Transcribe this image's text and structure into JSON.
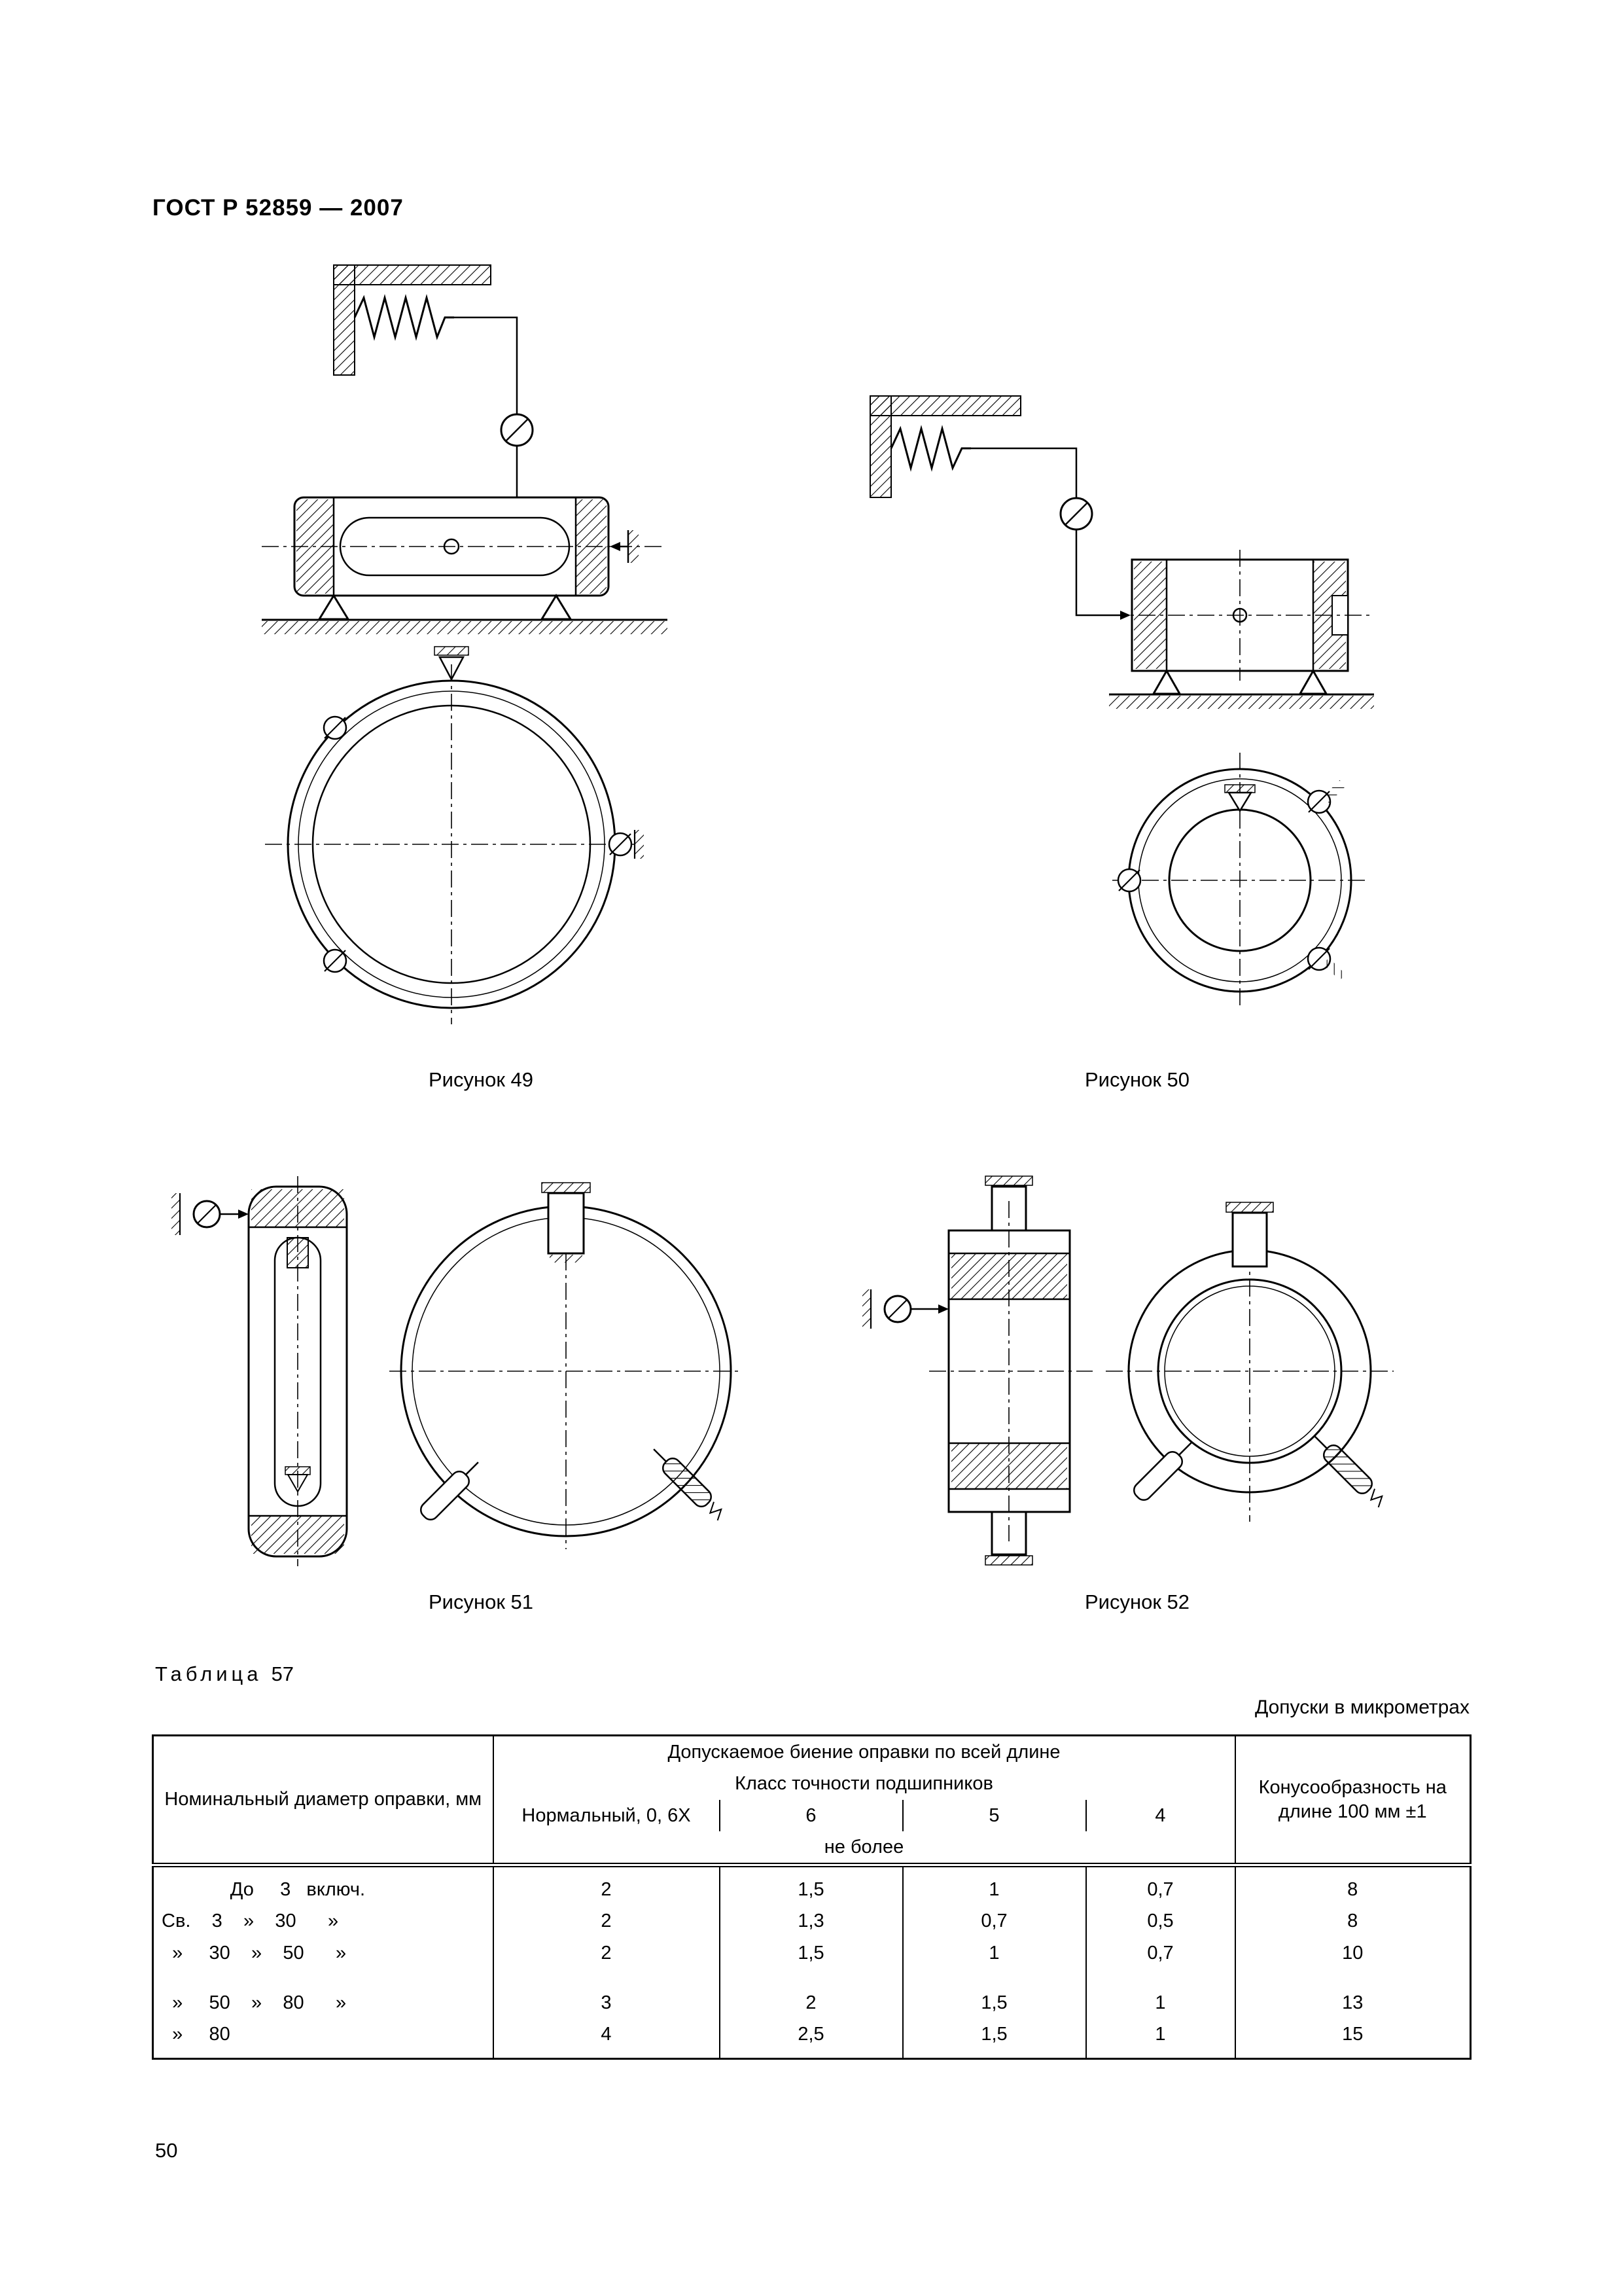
{
  "doc": {
    "header": "ГОСТ Р 52859 — 2007",
    "page_number": "50",
    "ink_color": "#000000",
    "paper_color": "#ffffff"
  },
  "figures": {
    "fig49": {
      "caption": "Рисунок 49"
    },
    "fig50": {
      "caption": "Рисунок 50"
    },
    "fig51": {
      "caption": "Рисунок 51"
    },
    "fig52": {
      "caption": "Рисунок 52"
    }
  },
  "table57": {
    "label_word": "Таблица",
    "label_number": "57",
    "units_note": "Допуски в микрометрах",
    "headers": {
      "col_diameter": "Номинальный диаметр оправки, мм",
      "runout": "Допускаемое биение оправки по всей длине",
      "accuracy_class": "Класс точности подшипников",
      "class_normal": "Нормальный, 0, 6Х",
      "class_6": "6",
      "class_5": "5",
      "class_4": "4",
      "not_more": "не более",
      "taper": "Конусообразность на длине 100 мм ±1"
    },
    "rows": [
      {
        "d": "             До     3   включ.",
        "v": [
          "2",
          "1,5",
          "1",
          "0,7",
          "8"
        ]
      },
      {
        "d": "Св.    3    »    30      »",
        "v": [
          "2",
          "1,3",
          "0,7",
          "0,5",
          "8"
        ]
      },
      {
        "d": "  »     30    »    50      »",
        "v": [
          "2",
          "1,5",
          "1",
          "0,7",
          "10"
        ]
      },
      {
        "d": "  »     50    »    80      »",
        "v": [
          "3",
          "2",
          "1,5",
          "1",
          "13"
        ]
      },
      {
        "d": "  »     80",
        "v": [
          "4",
          "2,5",
          "1,5",
          "1",
          "15"
        ]
      }
    ]
  }
}
